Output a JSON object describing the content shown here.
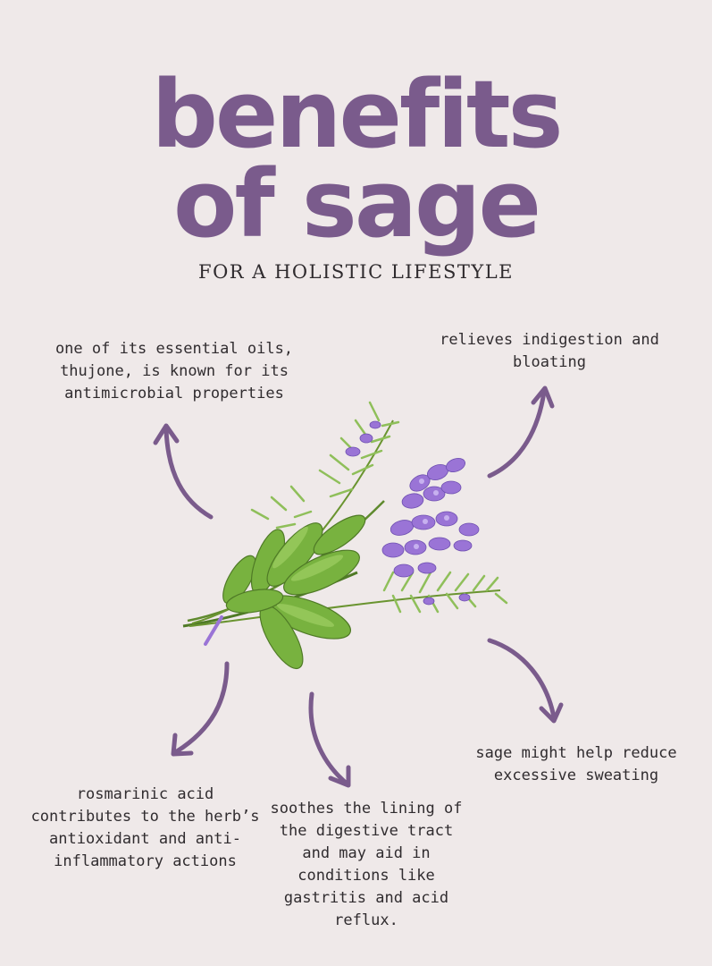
{
  "header": {
    "title_line1": "benefits",
    "title_line2": "of sage",
    "subtitle": "FOR A HOLISTIC LIFESTYLE"
  },
  "benefits": {
    "top_left": "one of its essential oils, thujone, is known for its antimicrobial properties",
    "top_right": "relieves indigestion and bloating",
    "right": "sage might help reduce excessive sweating",
    "bottom_left": "rosmarinic acid contributes to the herb’s antioxidant and anti-inflammatory actions",
    "bottom_middle": "soothes the lining of the digestive tract and may aid in conditions like gastritis and acid reflux."
  },
  "colors": {
    "background": "#efe9e9",
    "accent_purple": "#7a5b8c",
    "text": "#302c2f",
    "leaf_green": "#6fae3a",
    "flower_lavender": "#9a74d6"
  },
  "icons": [
    "arrow-icon",
    "herb-bouquet-illustration"
  ]
}
